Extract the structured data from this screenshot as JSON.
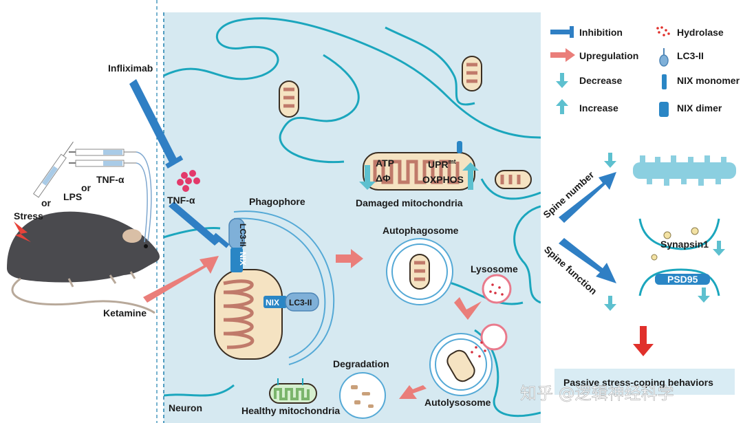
{
  "legend": {
    "inhibition": "Inhibition",
    "upregulation": "Upregulation",
    "decrease": "Decrease",
    "increase": "Increase",
    "hydrolase": "Hydrolase",
    "lc3": "LC3-II",
    "nix_monomer": "NIX monomer",
    "nix_dimer": "NIX dimer"
  },
  "labels": {
    "infliximab": "Infliximab",
    "tnf_top": "TNF-α",
    "tnf_mid": "TNF-α",
    "or1": "or",
    "or2": "or",
    "lps": "LPS",
    "stress": "Stress",
    "ketamine": "Ketamine",
    "phagophore": "Phagophore",
    "lc3_vertical": "LC3-II",
    "nix_vertical": "NIX",
    "nix_horizontal": "NIX",
    "lc3_horizontal": "LC3-II",
    "damaged_mito": "Damaged mitochondria",
    "atp": "ATP",
    "delta_phi": "ΔΦ",
    "upr": "UPR",
    "upr_sup": "mt",
    "oxphos": "OXPHOS",
    "autophagosome": "Autophagosome",
    "lysosome": "Lysosome",
    "autolysosome": "Autolysosome",
    "degradation": "Degradation",
    "healthy_mito": "Healthy mitochondria",
    "neuron": "Neuron",
    "spine_number": "Spine number",
    "spine_function": "Spine function",
    "synapsin": "Synapsin1",
    "psd95": "PSD95",
    "outcome": "Passive stress-coping behaviors",
    "watermark": "知乎 @逻辑神经科学"
  },
  "colors": {
    "cytoplasm": "#d6e9f1",
    "membrane": "#1ba6bd",
    "inhibition": "#2f7fc4",
    "upregulation": "#ea7e7a",
    "decrease_increase": "#5dc0cf",
    "nix": "#2a86c5",
    "outcome_arrow": "#e0302b"
  }
}
